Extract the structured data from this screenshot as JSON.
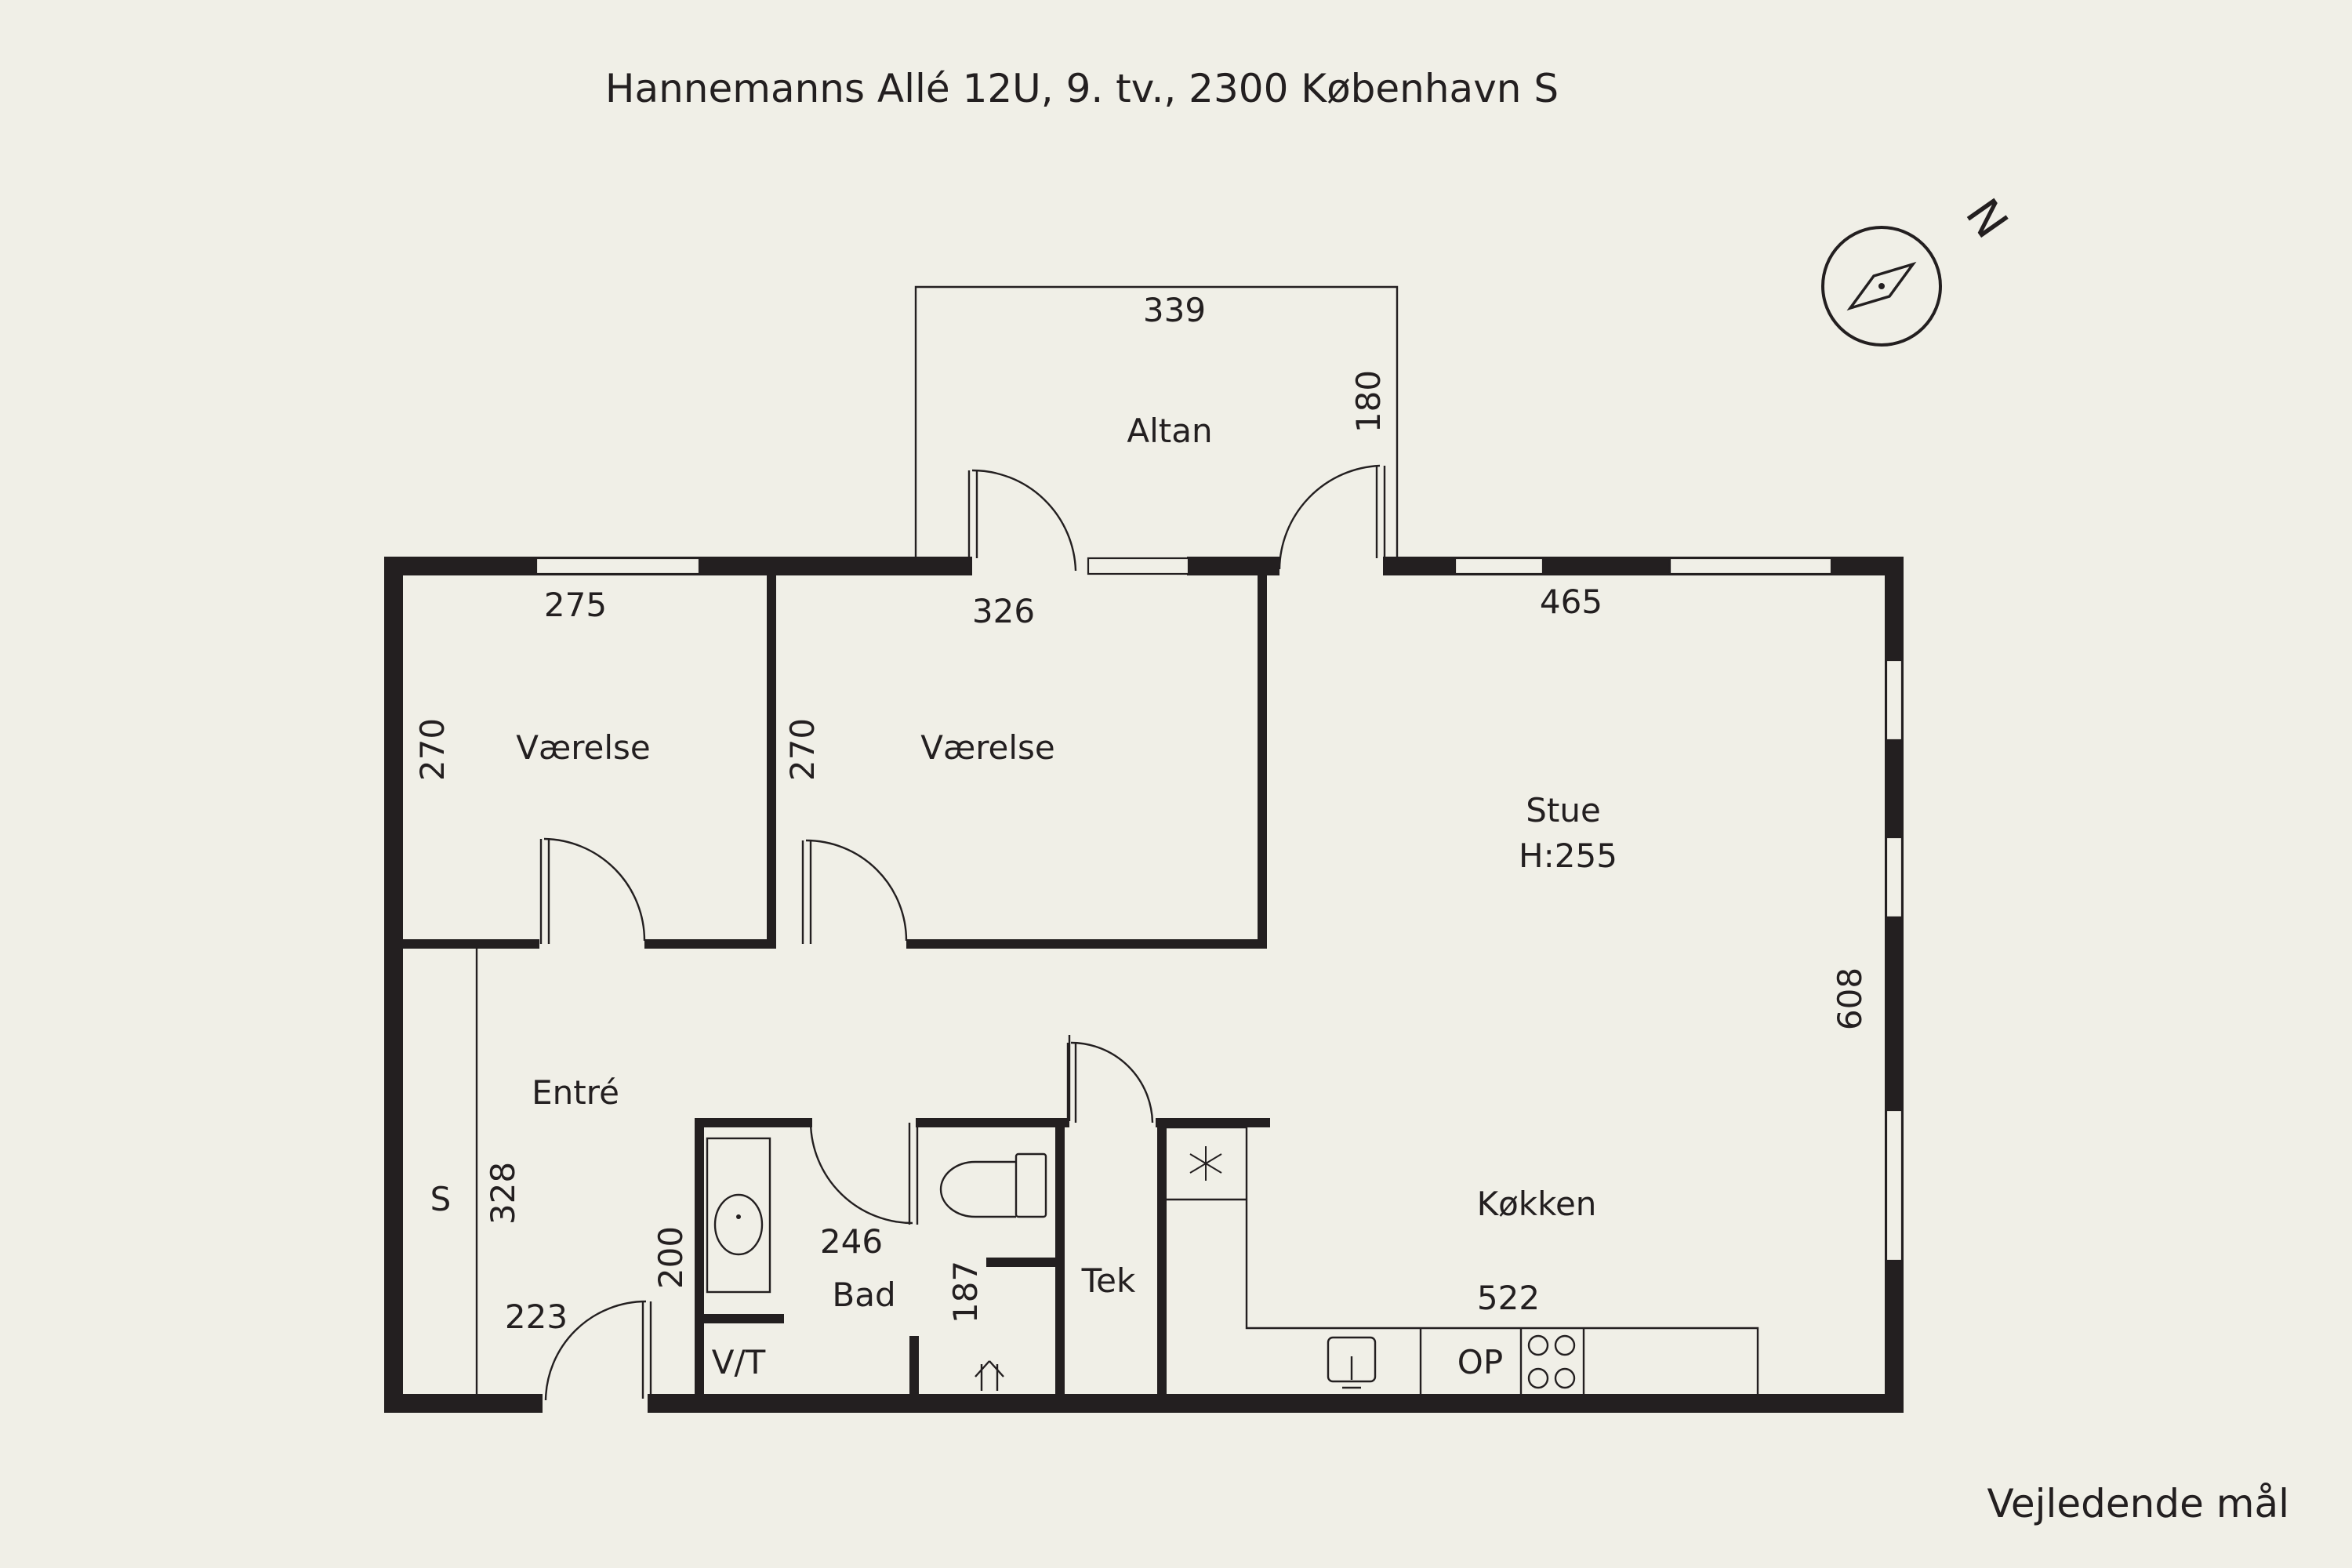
{
  "title": "Hannemanns Allé 12U, 9. tv., 2300 København S",
  "footer": "Vejledende mål",
  "compass_letter": "N",
  "colors": {
    "background": "#f0efe7",
    "ink": "#231f20"
  },
  "rooms": {
    "altan": "Altan",
    "vaerelse1": "Værelse",
    "vaerelse2": "Værelse",
    "stue": "Stue",
    "stue_height": "H:255",
    "entre": "Entré",
    "storage": "S",
    "bad": "Bad",
    "vt": "V/T",
    "tek": "Tek",
    "kokken": "Køkken",
    "op": "OP"
  },
  "dimensions": {
    "altan_width": "339",
    "altan_depth": "180",
    "v1_width": "275",
    "v1_depth": "270",
    "v2_width": "326",
    "v2_depth": "270",
    "stue_width": "465",
    "stue_depth": "608",
    "entre_depth": "328",
    "entre_width": "223",
    "bad_depth": "200",
    "bad_width": "246",
    "bad_inner": "187",
    "kokken_width": "522"
  },
  "icons": [
    "compass-icon",
    "washbasin-icon",
    "toilet-icon",
    "floor-drain-icon",
    "freezer-icon",
    "kitchen-sink-icon",
    "stove-icon"
  ]
}
